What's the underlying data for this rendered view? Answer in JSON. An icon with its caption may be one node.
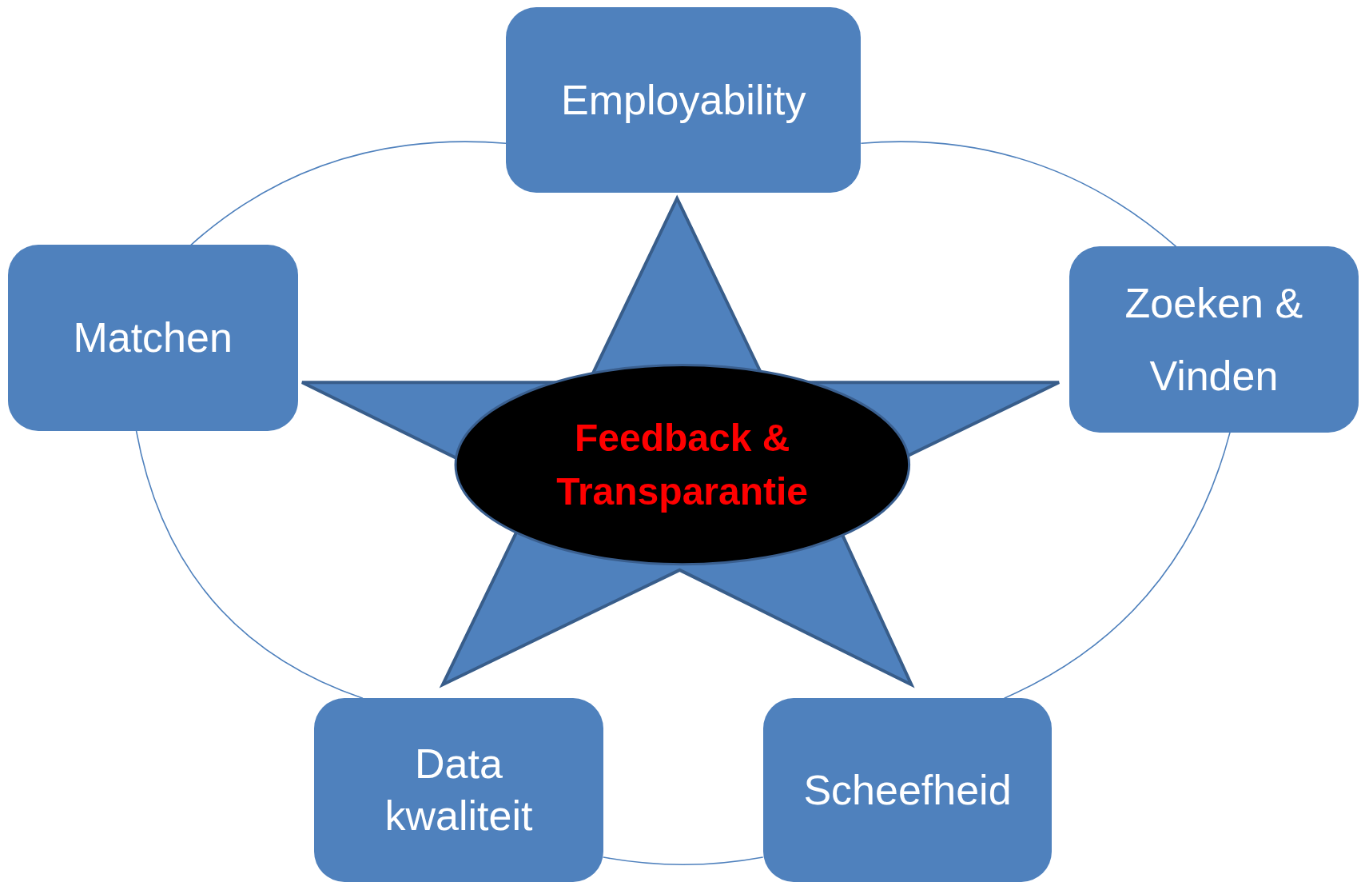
{
  "diagram": {
    "nodes": [
      {
        "text": [
          "Employability"
        ]
      },
      {
        "text": [
          "Matchen"
        ]
      },
      {
        "text": [
          "Zoeken & Vinden"
        ]
      },
      {
        "text": [
          "Feedback & Transparantie"
        ],
        "in": 6
      },
      {
        "text": [
          "Data kwaliteit"
        ]
      },
      {
        "text": [
          "Scheefheid"
        ]
      },
      {
        "text": [],
        "shape": "star"
      }
    ],
    "edges": [
      {
        "from": 0,
        "to": 2,
        "arrow": "none"
      },
      {
        "from": 2,
        "to": 5,
        "arrow": "none"
      },
      {
        "from": 5,
        "to": 4,
        "arrow": "none"
      },
      {
        "from": 4,
        "to": 1,
        "arrow": "none"
      },
      {
        "from": 1,
        "to": 0,
        "arrow": "none"
      }
    ]
  }
}
